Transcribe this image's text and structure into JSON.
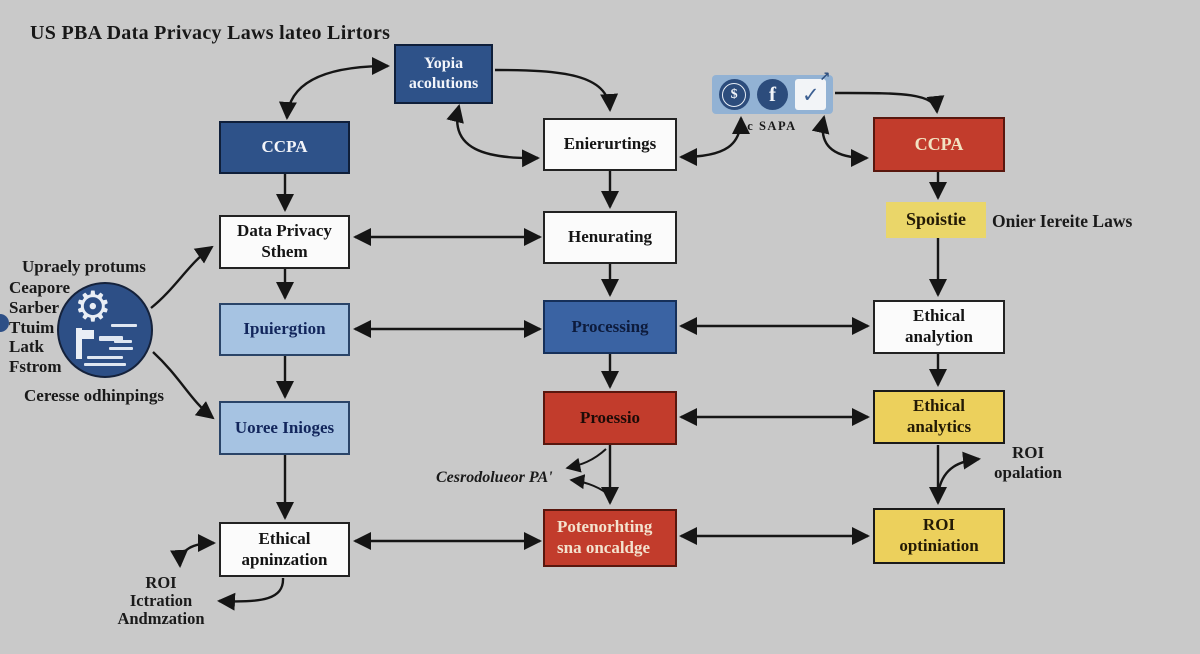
{
  "title": "US PBA Data Privacy Laws lateo Lirtors",
  "colors": {
    "background": "#c9c9c9",
    "navy": "#2e5289",
    "light_blue": "#a6c3e2",
    "medium_blue": "#3a63a3",
    "red": "#c23c2c",
    "yellow": "#ecd05c",
    "arrow": "#151515"
  },
  "left_column": {
    "ccpa": "CCPA",
    "data_privacy": "Data Privacy\nSthem",
    "ipuiergtion": "Ipuiergtion",
    "uoree_inioges": "Uoree Inioges",
    "ethical_apninzation": "Ethical\napninzation"
  },
  "middle_column": {
    "yopia": "Yopia\nacolutions",
    "enierurtings": "Enierurtings",
    "henurating": "Henurating",
    "processing": "Processing",
    "proessio": "Proessio",
    "potenorhting": "Potenorhting\nsna oncaldge"
  },
  "right_column": {
    "ccpa": "CCPA",
    "spoistie": "Spoistie",
    "ethical_analytion": "Ethical\nanalytion",
    "ethical_analytics": "Ethical\nanalytics",
    "roi_optiniation": "ROI\noptiniation"
  },
  "annotations": {
    "other_laws": "Onier Iereite Laws",
    "csapa": "c SAPA",
    "cesrodolueor": "Cesrodolueor PA'",
    "roi_opalation": "ROI\nopalation",
    "roi_ictration": "ROI\nIctration\nAndmzation",
    "upraely": "Upraely protums",
    "left_list": [
      "Ceapore",
      "Sarber",
      "Ttuim",
      "Latk",
      "Fstrom"
    ],
    "ceresse": "Ceresse odhinpings"
  },
  "icons": {
    "dollar": "$",
    "facebook": "f",
    "check": "✓",
    "corner_arrow": "↗",
    "gear": "⚙"
  }
}
